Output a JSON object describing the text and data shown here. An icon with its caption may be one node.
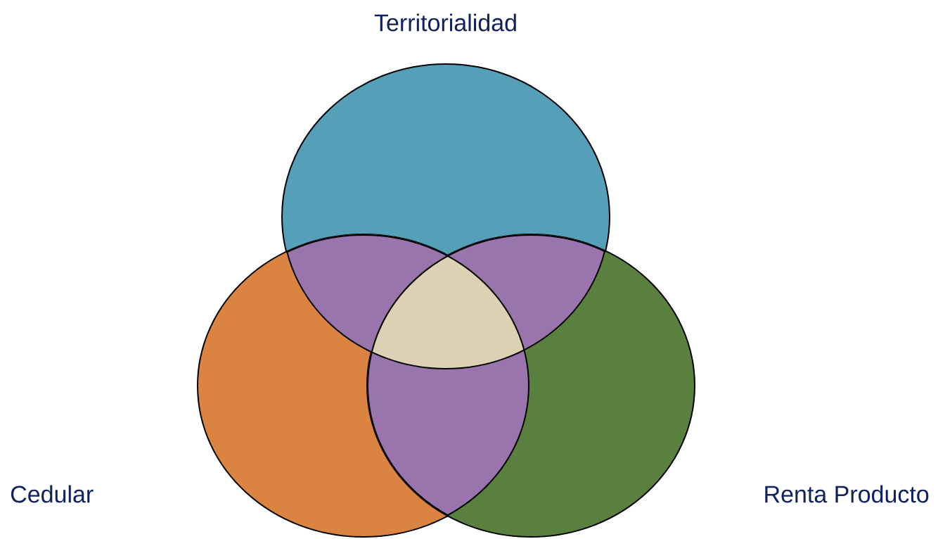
{
  "diagram": {
    "nodes": [
      {
        "text": [
          "Territorialidad"
        ]
      },
      {
        "text": [
          "Cedular"
        ]
      },
      {
        "text": [
          "Renta Producto"
        ]
      }
    ]
  }
}
